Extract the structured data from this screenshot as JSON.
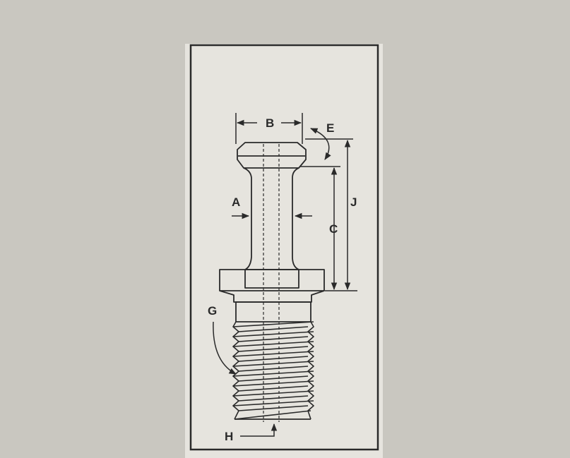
{
  "labels": {
    "A": "A",
    "B": "B",
    "C": "C",
    "E": "E",
    "G": "G",
    "H": "H",
    "J": "J"
  },
  "colors": {
    "background": "#c9c7c0",
    "paper": "#e6e4de",
    "ink": "#2a2a2a"
  }
}
